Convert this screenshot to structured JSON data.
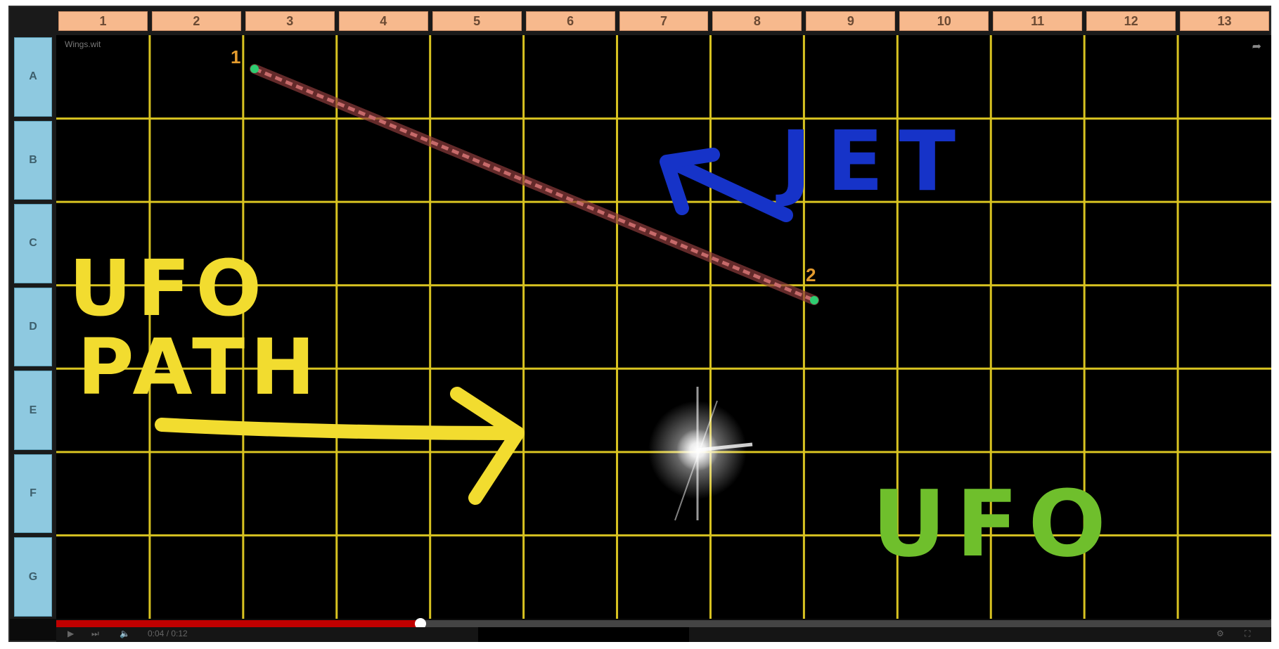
{
  "columns": [
    "1",
    "2",
    "3",
    "4",
    "5",
    "6",
    "7",
    "8",
    "9",
    "10",
    "11",
    "12",
    "13"
  ],
  "rows": [
    "A",
    "B",
    "C",
    "D",
    "E",
    "F",
    "G"
  ],
  "video": {
    "tag": "Wings.wit",
    "progress": 0.3
  },
  "annotations": {
    "jet_label": "JET",
    "ufo_path_label_line1": "UFO",
    "ufo_path_label_line2": "PATH",
    "ufo_label": "UFO",
    "point1_label": "1",
    "point2_label": "2"
  },
  "controls": {
    "play_icon": "play-icon",
    "next_icon": "next-icon",
    "volume_icon": "volume-icon",
    "time": "0:04 / 0:12",
    "settings_icon": "gear-icon",
    "fullscreen_icon": "fullscreen-icon",
    "share_icon": "share-icon"
  },
  "colors": {
    "grid_line": "#d8c321",
    "col_header_bg": "#f7b98d",
    "row_header_bg": "#8ec9e0",
    "jet_annotation": "#1633c8",
    "ufo_path_annotation": "#f2dc2f",
    "ufo_annotation": "#6fbf2c",
    "jet_track": "#c76a6a",
    "progress": "#c00000"
  }
}
